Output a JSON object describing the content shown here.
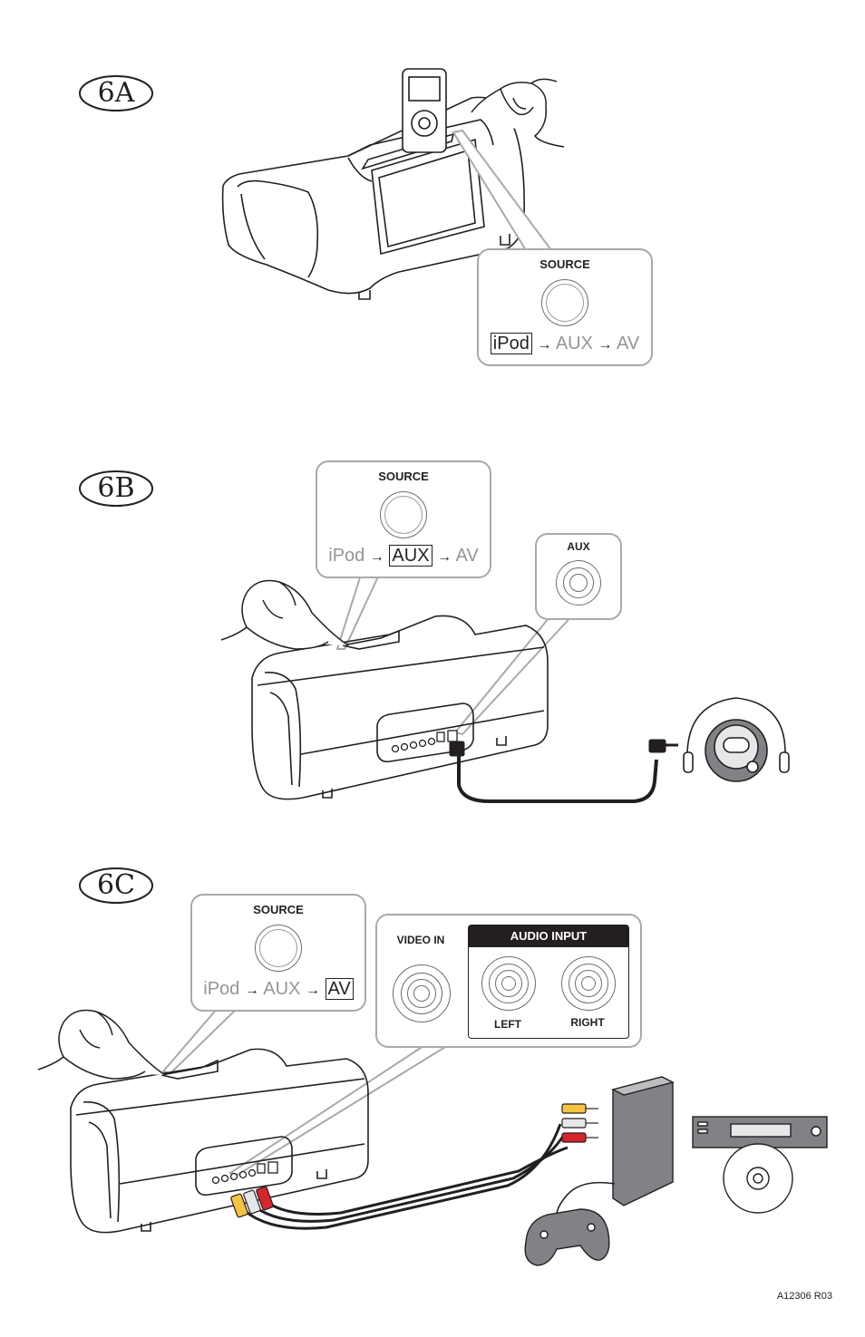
{
  "steps": [
    {
      "badge": "6A",
      "callout": {
        "title": "SOURCE",
        "sequence": [
          "iPod",
          "AUX",
          "AV"
        ],
        "active": "iPod"
      }
    },
    {
      "badge": "6B",
      "callout": {
        "title": "SOURCE",
        "sequence": [
          "iPod",
          "AUX",
          "AV"
        ],
        "active": "AUX"
      },
      "jack_panel": {
        "title": "AUX"
      }
    },
    {
      "badge": "6C",
      "callout": {
        "title": "SOURCE",
        "sequence": [
          "iPod",
          "AUX",
          "AV"
        ],
        "active": "AV"
      },
      "jack_panel": {
        "video_label": "VIDEO IN",
        "audio_header": "AUDIO INPUT",
        "left_label": "LEFT",
        "right_label": "RIGHT"
      }
    }
  ],
  "arrow_glyph": "→",
  "document_code": "A12306 R03",
  "icons": [
    "ipod-icon",
    "speaker-dock-icon",
    "hand-icon",
    "cd-player-icon",
    "game-console-icon",
    "gamepad-icon",
    "dvd-player-icon",
    "rca-plug-icon"
  ],
  "colors": {
    "line": "#231f20",
    "callout_border": "#a7a9ac",
    "inactive_text": "#939598",
    "rca_yellow": "#f6c343",
    "rca_white": "#e6e7e8",
    "rca_red": "#d7262b",
    "device_gray": "#808285"
  }
}
